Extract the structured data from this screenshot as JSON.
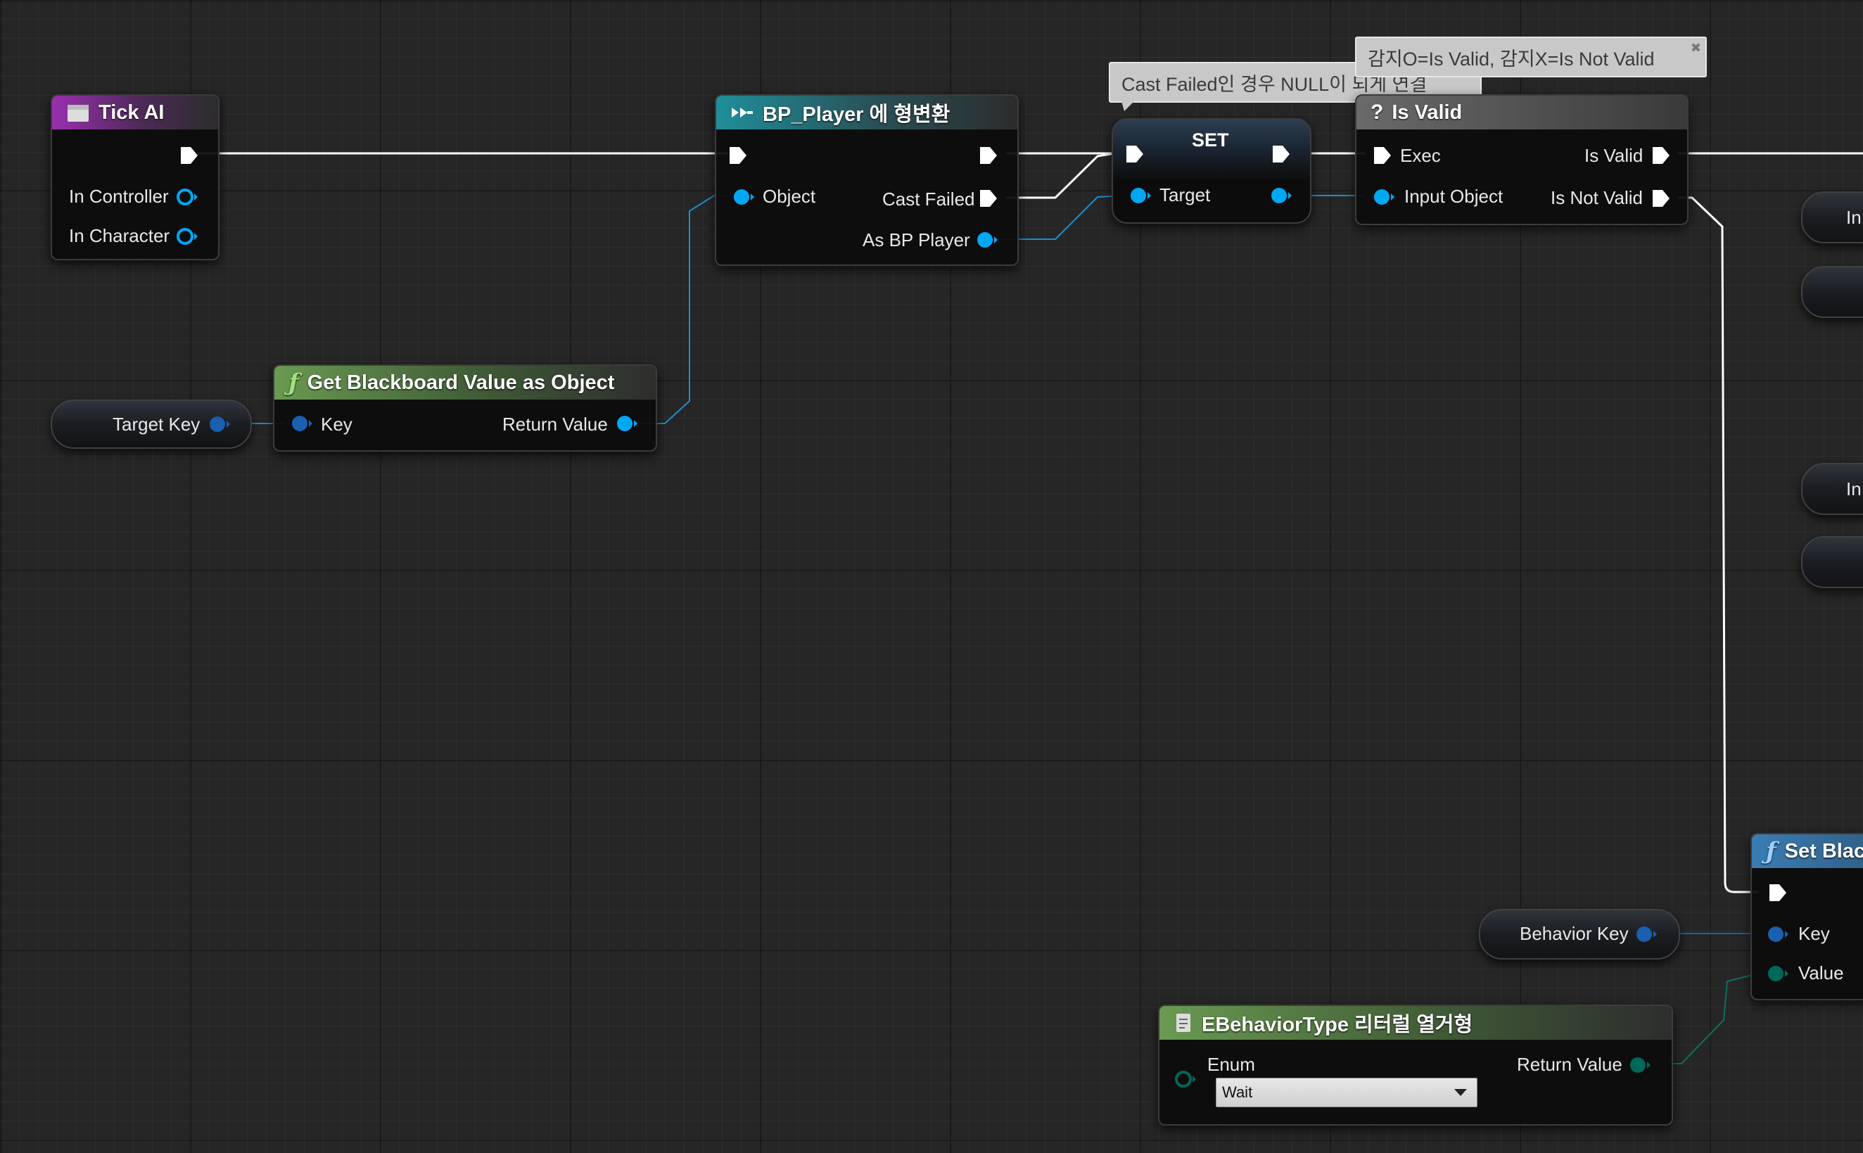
{
  "colors": {
    "exec_wire": "#ffffff",
    "object_pin": "#00a8f4",
    "object_wire": "#1a8fd0",
    "enum_pin": "#00685a",
    "enum_wire": "#0f6f5f"
  },
  "nodes": {
    "tick_ai": {
      "icon": "event-icon",
      "title": "Tick AI",
      "in_controller": "In Controller",
      "in_character": "In Character"
    },
    "get_blackboard": {
      "icon": "function-icon",
      "title": "Get Blackboard Value as Object",
      "key": "Key",
      "return_value": "Return Value"
    },
    "target_key": {
      "label": "Target Key"
    },
    "cast": {
      "icon": "cast-icon",
      "title": "BP_Player 에 형변환",
      "object": "Object",
      "cast_failed": "Cast Failed",
      "as_bp_player": "As BP Player"
    },
    "set": {
      "title": "SET",
      "target": "Target"
    },
    "is_valid": {
      "icon": "question-icon",
      "title": "Is Valid",
      "exec": "Exec",
      "input_object": "Input Object",
      "is_valid_out": "Is Valid",
      "is_not_valid_out": "Is Not Valid"
    },
    "set_blackboard": {
      "icon": "function-icon",
      "title": "Set Blac",
      "key": "Key",
      "value": "Value"
    },
    "behavior_key": {
      "label": "Behavior Key"
    },
    "enum_literal": {
      "icon": "enum-icon",
      "title": "EBehaviorType 리터럴 열거형",
      "enum": "Enum",
      "selected": "Wait",
      "return_value": "Return Value"
    },
    "right_partial": {
      "row1": "In",
      "row3": "In"
    }
  },
  "comments": {
    "cast_failed_note": "Cast Failed인 경우 NULL이 되게 연결",
    "is_valid_note": "감지O=Is Valid, 감지X=Is Not Valid"
  }
}
